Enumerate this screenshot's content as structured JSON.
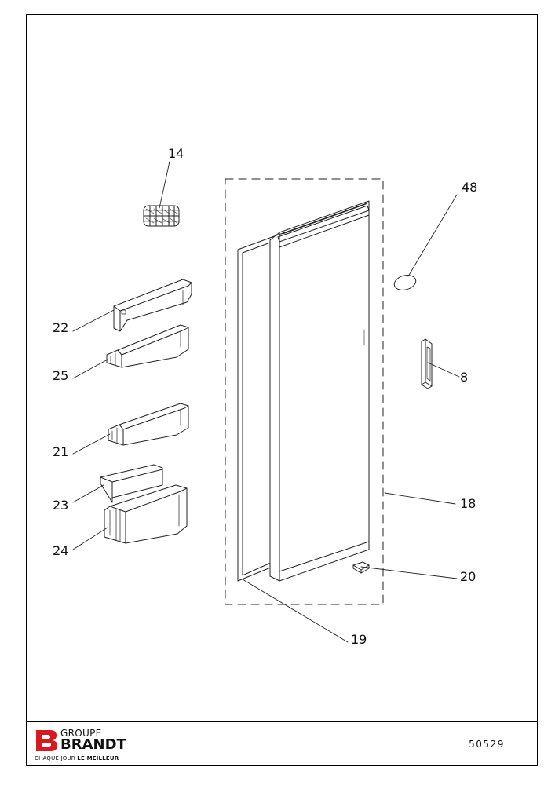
{
  "callouts": [
    {
      "id": "14",
      "text": "14"
    },
    {
      "id": "48",
      "text": "48"
    },
    {
      "id": "22",
      "text": "22"
    },
    {
      "id": "25",
      "text": "25"
    },
    {
      "id": "8",
      "text": "8"
    },
    {
      "id": "21",
      "text": "21"
    },
    {
      "id": "23",
      "text": "23"
    },
    {
      "id": "18",
      "text": "18"
    },
    {
      "id": "24",
      "text": "24"
    },
    {
      "id": "20",
      "text": "20"
    },
    {
      "id": "19",
      "text": "19"
    }
  ],
  "footer": {
    "logo_line1": "GROUPE",
    "logo_line2": "BRANDT",
    "tagline_prefix": "CHAQUE JOUR ",
    "tagline_bold": "LE MEILLEUR",
    "doc_number": "50529"
  },
  "colors": {
    "logo_red": "#d71920",
    "line": "#222222"
  }
}
